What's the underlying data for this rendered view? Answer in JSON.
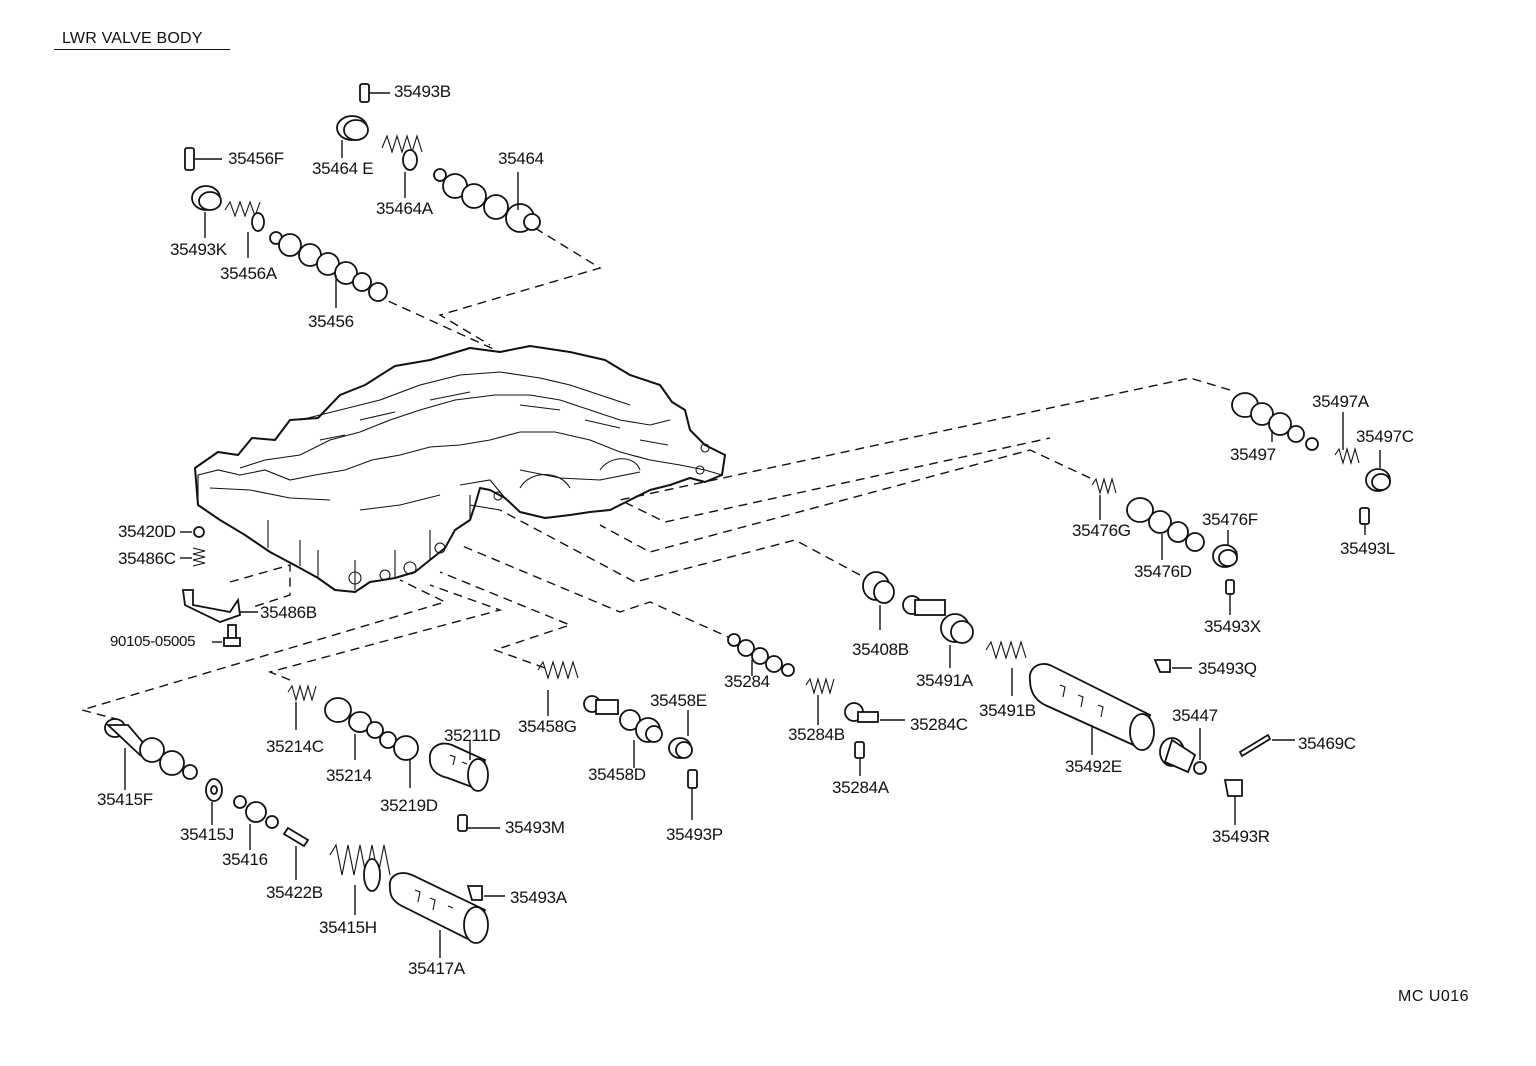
{
  "header": {
    "title": "LWR VALVE BODY"
  },
  "footer": {
    "code": "MC  U016"
  },
  "parts": {
    "p35493B": "35493B",
    "p35456F": "35456F",
    "p35464E": "35464 E",
    "p35464": "35464",
    "p35464A": "35464A",
    "p35493K": "35493K",
    "p35456A": "35456A",
    "p35456": "35456",
    "p35497A": "35497A",
    "p35497C": "35497C",
    "p35497": "35497",
    "p35493L": "35493L",
    "p35476F": "35476F",
    "p35476G": "35476G",
    "p35476D": "35476D",
    "p35493X": "35493X",
    "p35420D": "35420D",
    "p35486C": "35486C",
    "p35486B": "35486B",
    "p90105": "90105-05005",
    "p35408B": "35408B",
    "p35491A": "35491A",
    "p35491B": "35491B",
    "p35493Q": "35493Q",
    "p35284": "35284",
    "p35284B": "35284B",
    "p35284C": "35284C",
    "p35284A": "35284A",
    "p35458E": "35458E",
    "p35458G": "35458G",
    "p35458D": "35458D",
    "p35493P": "35493P",
    "p35211D": "35211D",
    "p35214C": "35214C",
    "p35214": "35214",
    "p35219D": "35219D",
    "p35493M": "35493M",
    "p35415F": "35415F",
    "p35415J": "35415J",
    "p35416": "35416",
    "p35422B": "35422B",
    "p35415H": "35415H",
    "p35417A": "35417A",
    "p35493A": "35493A",
    "p35492E": "35492E",
    "p35447": "35447",
    "p35469C": "35469C",
    "p35493R": "35493R"
  }
}
